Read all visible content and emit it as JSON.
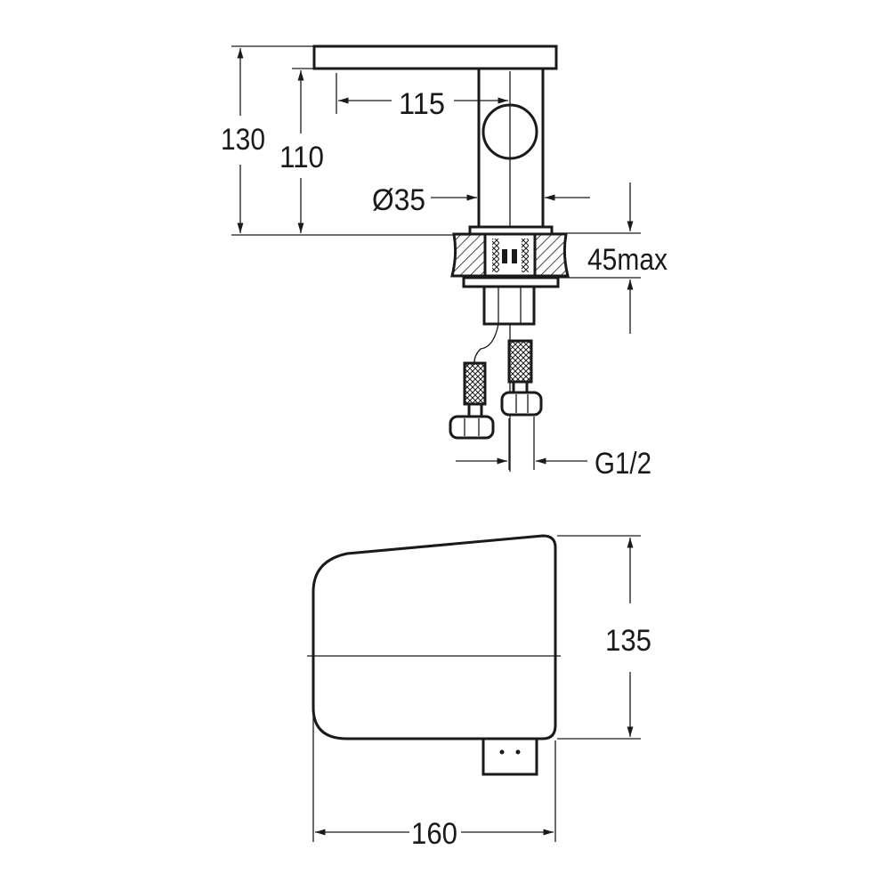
{
  "dimensions": {
    "total_height": "130",
    "spout_height": "110",
    "spout_reach": "115",
    "body_diameter": "Ø35",
    "deck_thickness": "45max",
    "connection_thread": "G1/2",
    "top_view_depth": "135",
    "top_view_width": "160"
  },
  "colors": {
    "line": "#1a1a1a",
    "background": "#ffffff"
  }
}
